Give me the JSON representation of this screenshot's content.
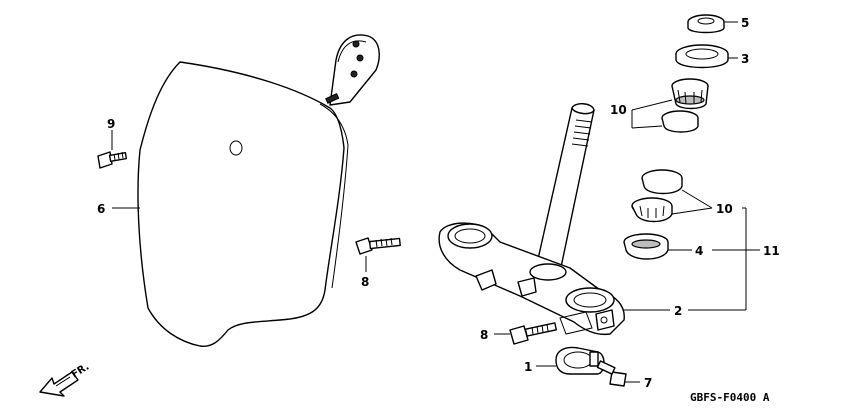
{
  "callouts": {
    "c1": "1",
    "c2": "2",
    "c3": "3",
    "c4": "4",
    "c5": "5",
    "c6": "6",
    "c7": "7",
    "c8a": "8",
    "c8b": "8",
    "c9": "9",
    "c10a": "10",
    "c10b": "10",
    "c11": "11"
  },
  "direction_label": "FR.",
  "diagram_code": "GBFS-F0400 A"
}
